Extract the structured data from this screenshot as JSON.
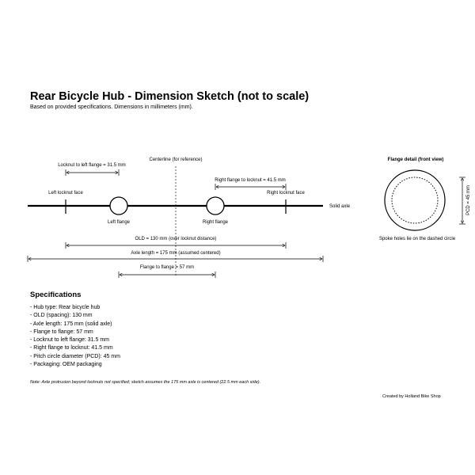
{
  "title": "Rear Bicycle Hub - Dimension Sketch (not to scale)",
  "subtitle": "Based on provided specifications. Dimensions in millimeters (mm).",
  "diagram": {
    "centerline": "Centerline (for reference)",
    "locknut_to_left_flange": "Locknut to left flange = 31.5 mm",
    "right_flange_to_locknut": "Right flange to locknut = 41.5 mm",
    "left_locknut_face": "Left locknut face",
    "right_locknut_face": "Right locknut face",
    "solid_axle": "Solid axle",
    "left_flange": "Left flange",
    "right_flange": "Right flange",
    "old": "OLD = 130 mm (over locknut distance)",
    "axle_length": "Axle length = 175 mm (assumed centered)",
    "flange_to_flange": "Flange to flange = 57 mm"
  },
  "flange_detail": {
    "title": "Flange detail (front view)",
    "pcd": "PCD = 45 mm",
    "caption": "Spoke holes lie on the dashed circle"
  },
  "specifications": {
    "title": "Specifications",
    "items": [
      "- Hub type: Rear bicycle hub",
      "- OLD (spacing): 130 mm",
      "- Axle length: 175 mm (solid axle)",
      "- Flange to flange: 57 mm",
      "- Locknut to left flange: 31.5 mm",
      "- Right flange to locknut: 41.5 mm",
      "- Pitch circle diameter (PCD): 45 mm",
      "- Packaging: OEM packaging"
    ]
  },
  "note": "Note: Axle protrusion beyond locknuts not specified; sketch assumes the 175 mm axle is centered (22.5 mm each side).",
  "credit": "Created by Holland Bike Shop"
}
